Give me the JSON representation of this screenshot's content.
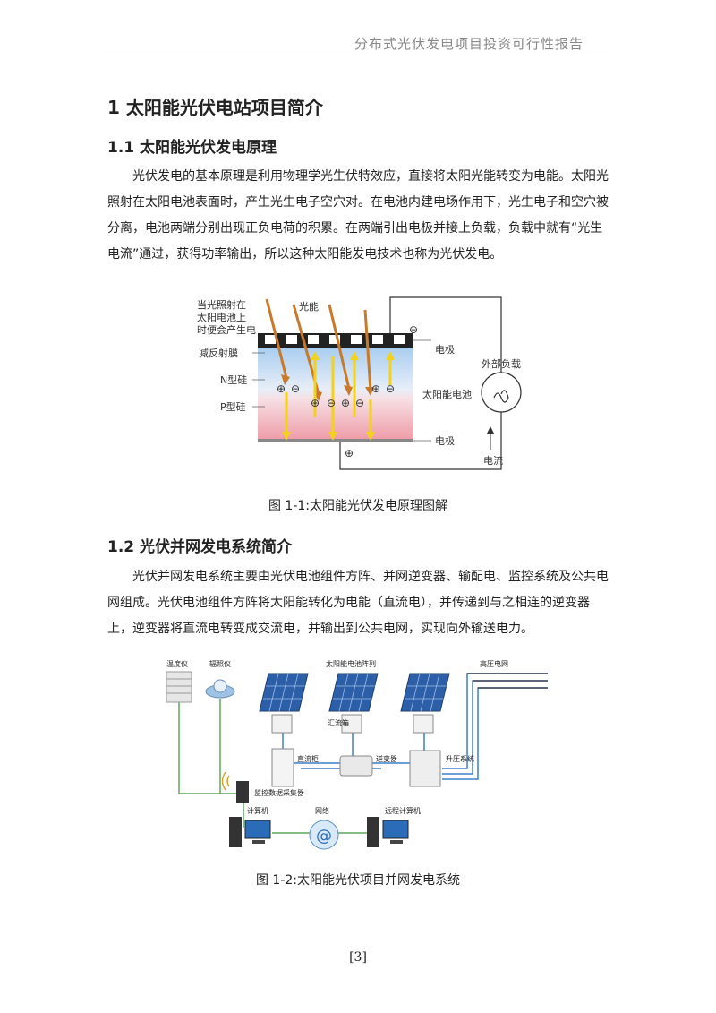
{
  "header": {
    "title": "分布式光伏发电项目投资可行性报告"
  },
  "section1": {
    "heading": "1  太阳能光伏电站项目简介"
  },
  "section1_1": {
    "heading": "1.1  太阳能光伏发电原理",
    "paragraph": "光伏发电的基本原理是利用物理学光生伏特效应，直接将太阳光能转变为电能。太阳光照射在太阳电池表面时，产生光生电子空穴对。在电池内建电场作用下，光生电子和空穴被分离，电池两端分别出现正负电荷的积累。在两端引出电极并接上负载，负载中就有“光生电流”通过，获得功率输出，所以这种太阳能发电技术也称为光伏发电。"
  },
  "figure1": {
    "labels": {
      "sunlight_note_line1": "当光照射在",
      "sunlight_note_line2": "太阳电池上",
      "sunlight_note_line3": "时便会产生电",
      "light_energy": "光能",
      "anti_reflection": "减反射膜",
      "n_silicon": "N型硅",
      "p_silicon": "P型硅",
      "electrode_top": "电极",
      "electrode_bottom": "电极",
      "solar_cell": "太阳能电池",
      "external_load": "外部负载",
      "current": "电流",
      "minus": "⊖",
      "plus": "⊕"
    },
    "caption": "图 1-1:太阳能光伏发电原理图解"
  },
  "section1_2": {
    "heading": "1.2  光伏并网发电系统简介",
    "paragraph": "光伏并网发电系统主要由光伏电池组件方阵、并网逆变器、输配电、监控系统及公共电网组成。光伏电池组件方阵将太阳能转化为电能（直流电），并传递到与之相连的逆变器上，逆变器将直流电转变成交流电，并输出到公共电网，实现向外输送电力。"
  },
  "figure2": {
    "labels": {
      "thermometer": "温度仪",
      "irradiance_meter": "辐照仪",
      "solar_array": "太阳能电池阵列",
      "grid": "高压电网",
      "combiner_box": "汇流箱",
      "dc_cabinet": "直流柜",
      "inverter": "逆变器",
      "step_up": "升压系统",
      "data_collector": "监控数据采集器",
      "computer": "计算机",
      "network": "网络",
      "remote_computer": "远程计算机",
      "network_symbol": "@"
    },
    "caption": "图 1-2:太阳能光伏项目并网发电系统"
  },
  "footer": {
    "page_number": "[3]"
  }
}
